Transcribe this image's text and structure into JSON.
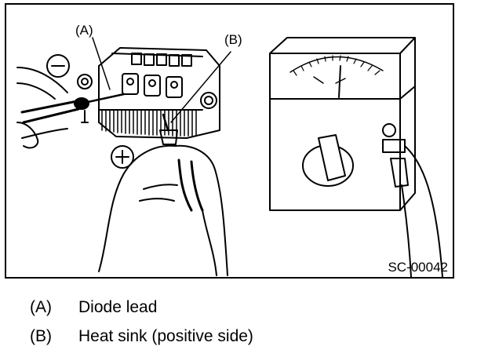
{
  "figure": {
    "callout_a": "(A)",
    "callout_b": "(B)",
    "negative_symbol": "−",
    "positive_symbol": "+",
    "code": "SC-00042"
  },
  "legend": [
    {
      "key": "(A)",
      "text": "Diode lead"
    },
    {
      "key": "(B)",
      "text": "Heat sink (positive side)"
    }
  ]
}
